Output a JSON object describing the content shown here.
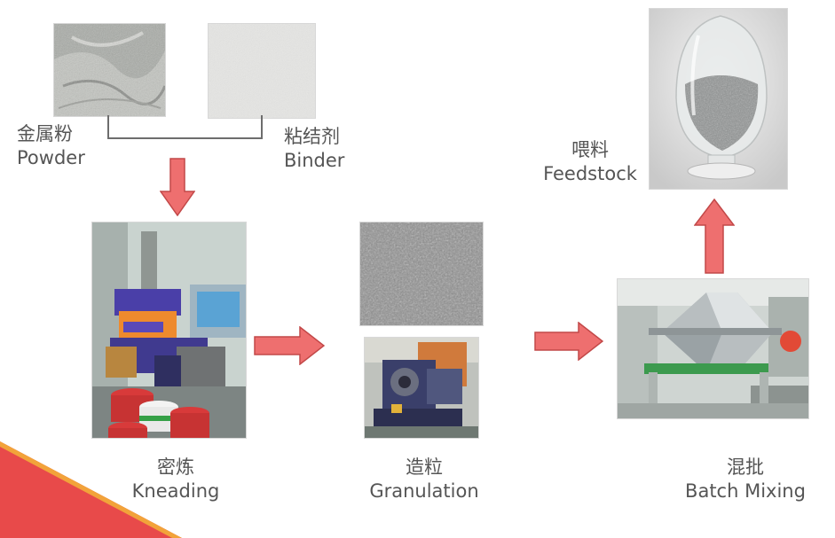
{
  "materials": {
    "powder": {
      "zh": "金属粉",
      "en": "Powder"
    },
    "binder": {
      "zh": "粘结剂",
      "en": "Binder"
    }
  },
  "steps": {
    "kneading": {
      "zh": "密炼",
      "en": "Kneading"
    },
    "granulation": {
      "zh": "造粒",
      "en": "Granulation"
    },
    "batch_mixing": {
      "zh": "混批",
      "en": "Batch Mixing"
    },
    "feedstock": {
      "zh": "喂料",
      "en": "Feedstock"
    }
  },
  "colors": {
    "arrow_fill": "#ee6f6f",
    "arrow_stroke": "#c24848",
    "connector": "#6d6d6d",
    "label_text": "#555555",
    "corner_red": "#e84a4a",
    "corner_orange": "#f2a33a"
  }
}
